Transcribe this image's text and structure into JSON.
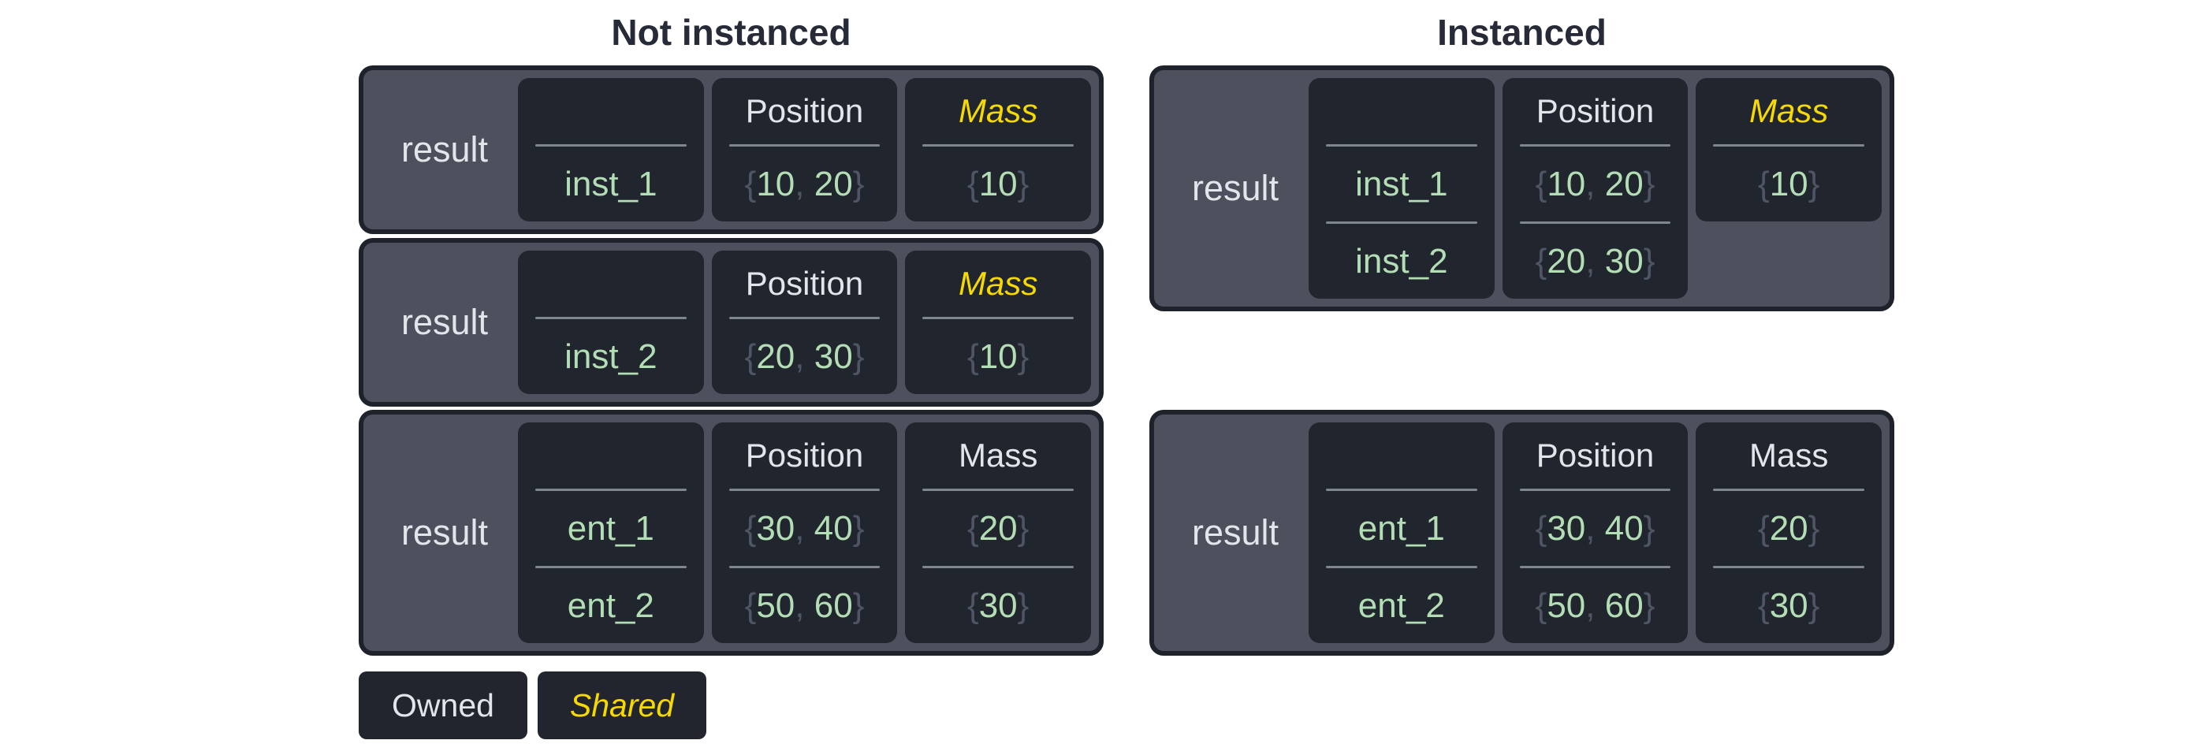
{
  "section_left": {
    "title": "Not instanced"
  },
  "section_right": {
    "title": "Instanced"
  },
  "legend": {
    "owned_label": "Owned",
    "shared_label": "Shared"
  },
  "colors": {
    "page-bg": "#ffffff",
    "title-text": "#262b37",
    "table-bg": "#4c515d",
    "table-border": "#1e222b",
    "card-bg": "#21252e",
    "owned-text": "#e2e5ea",
    "shared-text": "#f6d900",
    "value-green": "#b3ddb5",
    "punct-gray": "#4f5565",
    "divider": "#80868f",
    "legend-bg": "#22252d"
  },
  "tables": {
    "left": [
      {
        "result_label": "result",
        "columns": [
          {
            "header": "",
            "shared": false,
            "cells": [
              [
                {
                  "t": "inst_1",
                  "k": "v"
                }
              ]
            ]
          },
          {
            "header": "Position",
            "shared": false,
            "cells": [
              [
                {
                  "t": "{",
                  "k": "p"
                },
                {
                  "t": "10",
                  "k": "v"
                },
                {
                  "t": ", ",
                  "k": "p"
                },
                {
                  "t": "20",
                  "k": "v"
                },
                {
                  "t": "}",
                  "k": "p"
                }
              ]
            ]
          },
          {
            "header": "Mass",
            "shared": true,
            "cells": [
              [
                {
                  "t": "{",
                  "k": "p"
                },
                {
                  "t": "10",
                  "k": "v"
                },
                {
                  "t": "}",
                  "k": "p"
                }
              ]
            ]
          }
        ]
      },
      {
        "result_label": "result",
        "columns": [
          {
            "header": "",
            "shared": false,
            "cells": [
              [
                {
                  "t": "inst_2",
                  "k": "v"
                }
              ]
            ]
          },
          {
            "header": "Position",
            "shared": false,
            "cells": [
              [
                {
                  "t": "{",
                  "k": "p"
                },
                {
                  "t": "20",
                  "k": "v"
                },
                {
                  "t": ", ",
                  "k": "p"
                },
                {
                  "t": "30",
                  "k": "v"
                },
                {
                  "t": "}",
                  "k": "p"
                }
              ]
            ]
          },
          {
            "header": "Mass",
            "shared": true,
            "cells": [
              [
                {
                  "t": "{",
                  "k": "p"
                },
                {
                  "t": "10",
                  "k": "v"
                },
                {
                  "t": "}",
                  "k": "p"
                }
              ]
            ]
          }
        ]
      },
      {
        "result_label": "result",
        "columns": [
          {
            "header": "",
            "shared": false,
            "cells": [
              [
                {
                  "t": "ent_1",
                  "k": "v"
                }
              ],
              [
                {
                  "t": "ent_2",
                  "k": "v"
                }
              ]
            ]
          },
          {
            "header": "Position",
            "shared": false,
            "cells": [
              [
                {
                  "t": "{",
                  "k": "p"
                },
                {
                  "t": "30",
                  "k": "v"
                },
                {
                  "t": ", ",
                  "k": "p"
                },
                {
                  "t": "40",
                  "k": "v"
                },
                {
                  "t": "}",
                  "k": "p"
                }
              ],
              [
                {
                  "t": "{",
                  "k": "p"
                },
                {
                  "t": "50",
                  "k": "v"
                },
                {
                  "t": ", ",
                  "k": "p"
                },
                {
                  "t": "60",
                  "k": "v"
                },
                {
                  "t": "}",
                  "k": "p"
                }
              ]
            ]
          },
          {
            "header": "Mass",
            "shared": false,
            "cells": [
              [
                {
                  "t": "{",
                  "k": "p"
                },
                {
                  "t": "20",
                  "k": "v"
                },
                {
                  "t": "}",
                  "k": "p"
                }
              ],
              [
                {
                  "t": "{",
                  "k": "p"
                },
                {
                  "t": "30",
                  "k": "v"
                },
                {
                  "t": "}",
                  "k": "p"
                }
              ]
            ]
          }
        ]
      }
    ],
    "right": [
      {
        "result_label": "result",
        "columns": [
          {
            "header": "",
            "shared": false,
            "cells": [
              [
                {
                  "t": "inst_1",
                  "k": "v"
                }
              ],
              [
                {
                  "t": "inst_2",
                  "k": "v"
                }
              ]
            ]
          },
          {
            "header": "Position",
            "shared": false,
            "cells": [
              [
                {
                  "t": "{",
                  "k": "p"
                },
                {
                  "t": "10",
                  "k": "v"
                },
                {
                  "t": ", ",
                  "k": "p"
                },
                {
                  "t": "20",
                  "k": "v"
                },
                {
                  "t": "}",
                  "k": "p"
                }
              ],
              [
                {
                  "t": "{",
                  "k": "p"
                },
                {
                  "t": "20",
                  "k": "v"
                },
                {
                  "t": ", ",
                  "k": "p"
                },
                {
                  "t": "30",
                  "k": "v"
                },
                {
                  "t": "}",
                  "k": "p"
                }
              ]
            ]
          },
          {
            "header": "Mass",
            "shared": true,
            "cells": [
              [
                {
                  "t": "{",
                  "k": "p"
                },
                {
                  "t": "10",
                  "k": "v"
                },
                {
                  "t": "}",
                  "k": "p"
                }
              ]
            ]
          }
        ]
      },
      {
        "result_label": "result",
        "columns": [
          {
            "header": "",
            "shared": false,
            "cells": [
              [
                {
                  "t": "ent_1",
                  "k": "v"
                }
              ],
              [
                {
                  "t": "ent_2",
                  "k": "v"
                }
              ]
            ]
          },
          {
            "header": "Position",
            "shared": false,
            "cells": [
              [
                {
                  "t": "{",
                  "k": "p"
                },
                {
                  "t": "30",
                  "k": "v"
                },
                {
                  "t": ", ",
                  "k": "p"
                },
                {
                  "t": "40",
                  "k": "v"
                },
                {
                  "t": "}",
                  "k": "p"
                }
              ],
              [
                {
                  "t": "{",
                  "k": "p"
                },
                {
                  "t": "50",
                  "k": "v"
                },
                {
                  "t": ", ",
                  "k": "p"
                },
                {
                  "t": "60",
                  "k": "v"
                },
                {
                  "t": "}",
                  "k": "p"
                }
              ]
            ]
          },
          {
            "header": "Mass",
            "shared": false,
            "cells": [
              [
                {
                  "t": "{",
                  "k": "p"
                },
                {
                  "t": "20",
                  "k": "v"
                },
                {
                  "t": "}",
                  "k": "p"
                }
              ],
              [
                {
                  "t": "{",
                  "k": "p"
                },
                {
                  "t": "30",
                  "k": "v"
                },
                {
                  "t": "}",
                  "k": "p"
                }
              ]
            ]
          }
        ]
      }
    ]
  }
}
